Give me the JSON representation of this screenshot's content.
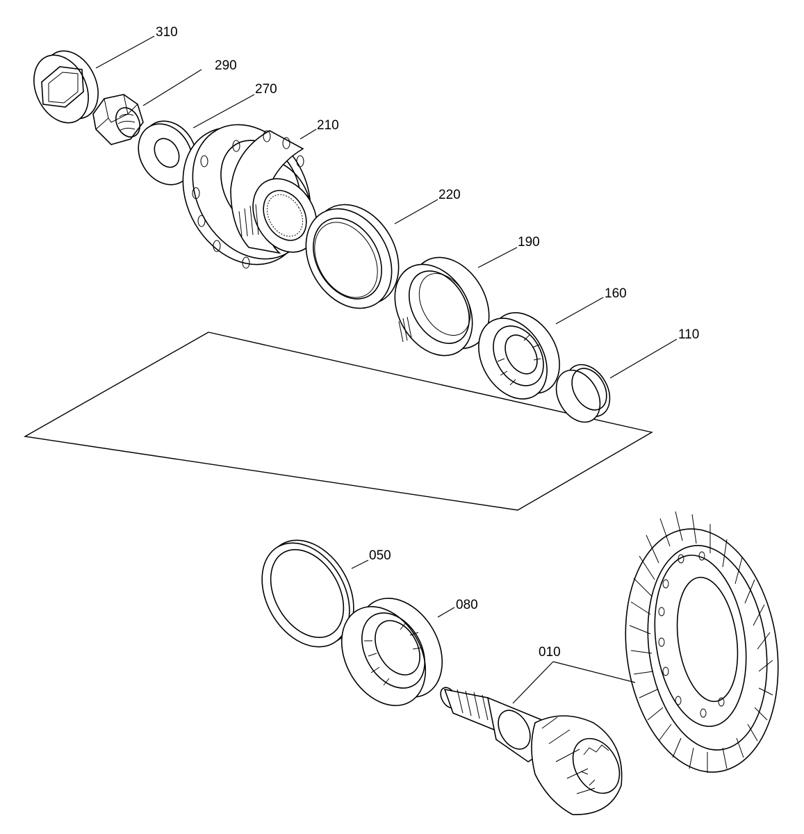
{
  "parts": [
    {
      "id": "p310",
      "label": "310"
    },
    {
      "id": "p290",
      "label": "290"
    },
    {
      "id": "p270",
      "label": "270"
    },
    {
      "id": "p210",
      "label": "210"
    },
    {
      "id": "p220",
      "label": "220"
    },
    {
      "id": "p190",
      "label": "190"
    },
    {
      "id": "p160",
      "label": "160"
    },
    {
      "id": "p110",
      "label": "110"
    },
    {
      "id": "p050",
      "label": "050"
    },
    {
      "id": "p080",
      "label": "080"
    },
    {
      "id": "p010",
      "label": "010"
    }
  ]
}
